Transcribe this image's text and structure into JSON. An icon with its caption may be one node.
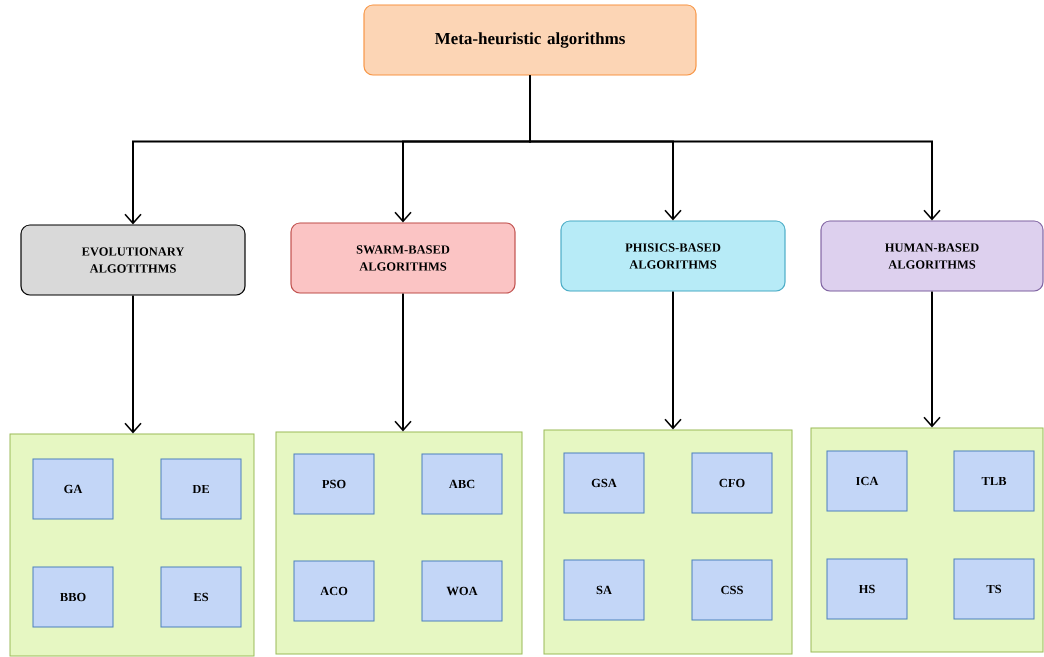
{
  "diagram": {
    "nodes": [
      {
        "text": [
          "Meta-heuristic algorithms"
        ]
      },
      {
        "text": [
          "EVOLUTIONARY ALGOTITHMS"
        ]
      },
      {
        "text": [
          "SWARM-BASED ALGORITHMS"
        ]
      },
      {
        "text": [
          "PHISICS-BASED ALGORITHMS"
        ]
      },
      {
        "text": [
          "HUMAN-BASED ALGORITHMS"
        ]
      },
      {
        "text": [],
        "shape": "box"
      },
      {
        "text": [
          "GA"
        ],
        "in": 5
      },
      {
        "text": [
          "DE"
        ],
        "in": 5
      },
      {
        "text": [
          "BBO"
        ],
        "in": 5
      },
      {
        "text": [
          "ES"
        ],
        "in": 5
      },
      {
        "text": [],
        "shape": "box"
      },
      {
        "text": [
          "PSO"
        ],
        "in": 10
      },
      {
        "text": [
          "ABC"
        ],
        "in": 10
      },
      {
        "text": [
          "ACO"
        ],
        "in": 10
      },
      {
        "text": [
          "WOA"
        ],
        "in": 10
      },
      {
        "text": [],
        "shape": "box"
      },
      {
        "text": [
          "GSA"
        ],
        "in": 15
      },
      {
        "text": [
          "CFO"
        ],
        "in": 15
      },
      {
        "text": [
          "SA"
        ],
        "in": 15
      },
      {
        "text": [
          "CSS"
        ],
        "in": 15
      },
      {
        "text": [],
        "shape": "box"
      },
      {
        "text": [
          "ICA"
        ],
        "in": 20
      },
      {
        "text": [
          "TLB"
        ],
        "in": 20
      },
      {
        "text": [
          "HS"
        ],
        "in": 20
      },
      {
        "text": [
          "TS"
        ],
        "in": 20
      }
    ],
    "edges": [
      {
        "from": 0,
        "to": 1,
        "arrow": "to"
      },
      {
        "from": 0,
        "to": 2,
        "arrow": "to"
      },
      {
        "from": 0,
        "to": 3,
        "arrow": "to"
      },
      {
        "from": 0,
        "to": 4,
        "arrow": "to"
      },
      {
        "from": 1,
        "to": 5,
        "arrow": "to"
      },
      {
        "from": 2,
        "to": 10,
        "arrow": "to"
      },
      {
        "from": 3,
        "to": 15,
        "arrow": "to"
      },
      {
        "from": 4,
        "to": 20,
        "arrow": "to"
      }
    ]
  }
}
